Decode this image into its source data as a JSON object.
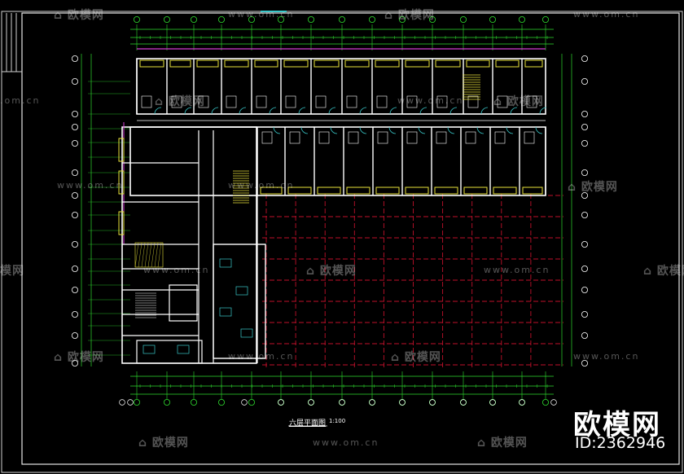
{
  "drawing": {
    "title": "六层平面图",
    "scale": "1:100"
  },
  "watermark": {
    "brand": "欧模网",
    "url": "www.om.cn",
    "url_partial": ".om.cn",
    "brand_partial": "模网",
    "id": "ID:2362946"
  },
  "colors": {
    "background": "#000000",
    "walls": "#ffffff",
    "axis_grid": "#c0102a",
    "dimension": "#2edc2e",
    "window": "#e8e23a",
    "door": "#39c7c9",
    "highlight": "#d43cd4",
    "frame": "#ffffff"
  }
}
